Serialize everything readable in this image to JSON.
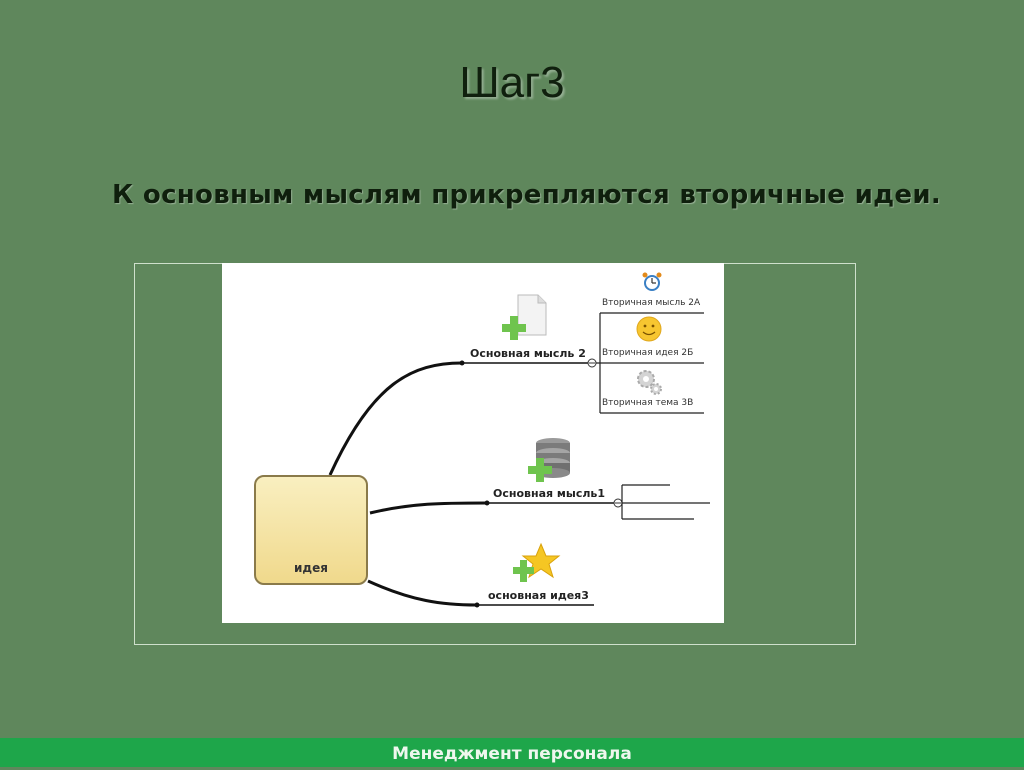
{
  "slide": {
    "title": "Шаг3",
    "subtitle": "К основным мыслям прикрепляются вторичные идеи.",
    "footer": "Менеджмент персонала"
  },
  "diagram": {
    "central": {
      "label": "идея",
      "icon": "plus-icon"
    },
    "main_topics": [
      {
        "label": "Основная мысль 2",
        "icon": "document-plus-icon"
      },
      {
        "label": "Основная мысль1",
        "icon": "database-plus-icon"
      },
      {
        "label": "основная идея3",
        "icon": "star-plus-icon"
      }
    ],
    "subtopics": [
      {
        "label": "Вторичная мысль 2А",
        "icon": "alarm-clock-icon"
      },
      {
        "label": "Вторичная идея 2Б",
        "icon": "smiley-icon"
      },
      {
        "label": "Вторичная тема 3В",
        "icon": "gears-icon"
      }
    ]
  },
  "colors": {
    "background": "#5f875c",
    "footer": "#1ea64a",
    "plus_green": "#6fc44e",
    "central_fill": "#f4e3a4"
  }
}
